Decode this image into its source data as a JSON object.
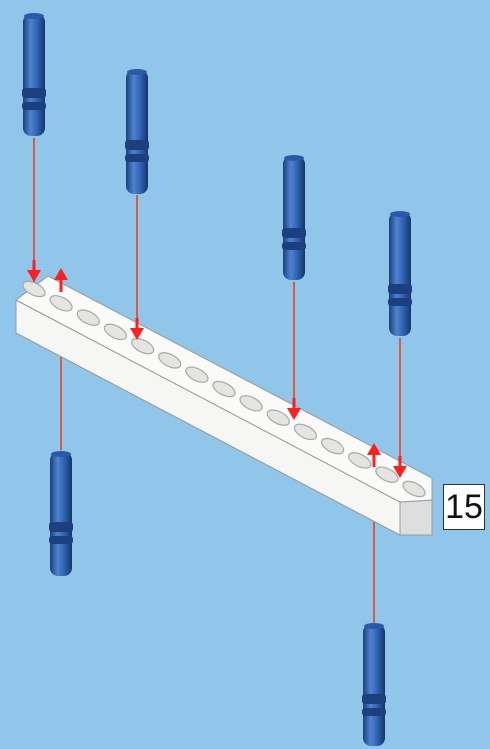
{
  "diagram": {
    "colors": {
      "background": "#8fc6ea",
      "beam": "#f4f4f2",
      "beam_shadow": "#d7d7d4",
      "pin": "#2e62b3",
      "pin_dark": "#1c3f7e",
      "pin_light": "#4f83cf",
      "guide_line": "#e0593f",
      "arrow": "#ff1f1f"
    },
    "beam": {
      "part": "beam",
      "count_label": "15"
    },
    "pins": [
      {
        "id": "pin-top-left",
        "part": "axle-pin"
      },
      {
        "id": "pin-top-2",
        "part": "axle-pin"
      },
      {
        "id": "pin-top-3",
        "part": "axle-pin"
      },
      {
        "id": "pin-top-right",
        "part": "axle-pin"
      },
      {
        "id": "pin-bottom-left",
        "part": "axle-pin"
      },
      {
        "id": "pin-bottom-right",
        "part": "axle-pin"
      }
    ],
    "arrows": [
      {
        "direction": "down"
      },
      {
        "direction": "up"
      },
      {
        "direction": "down"
      },
      {
        "direction": "down"
      },
      {
        "direction": "up"
      },
      {
        "direction": "down"
      }
    ]
  }
}
